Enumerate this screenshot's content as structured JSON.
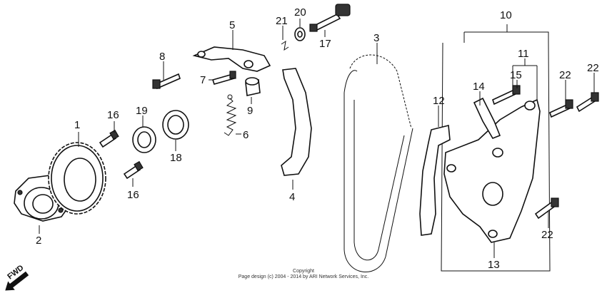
{
  "callouts": {
    "c1": "1",
    "c2": "2",
    "c3": "3",
    "c4": "4",
    "c5": "5",
    "c6": "6",
    "c7": "7",
    "c8": "8",
    "c9": "9",
    "c10": "10",
    "c11": "11",
    "c12": "12",
    "c13": "13",
    "c14": "14",
    "c15": "15",
    "c16a": "16",
    "c16b": "16",
    "c17": "17",
    "c18": "18",
    "c19": "19",
    "c20": "20",
    "c21": "21",
    "c22a": "22",
    "c22b": "22",
    "c22c": "22"
  },
  "direction_label": "FWD",
  "copyright": {
    "line1": "Copyright",
    "line2": "Page design (c) 2004 - 2014 by ARI Network Services, Inc."
  },
  "colors": {
    "ink": "#111111",
    "background": "#ffffff"
  }
}
